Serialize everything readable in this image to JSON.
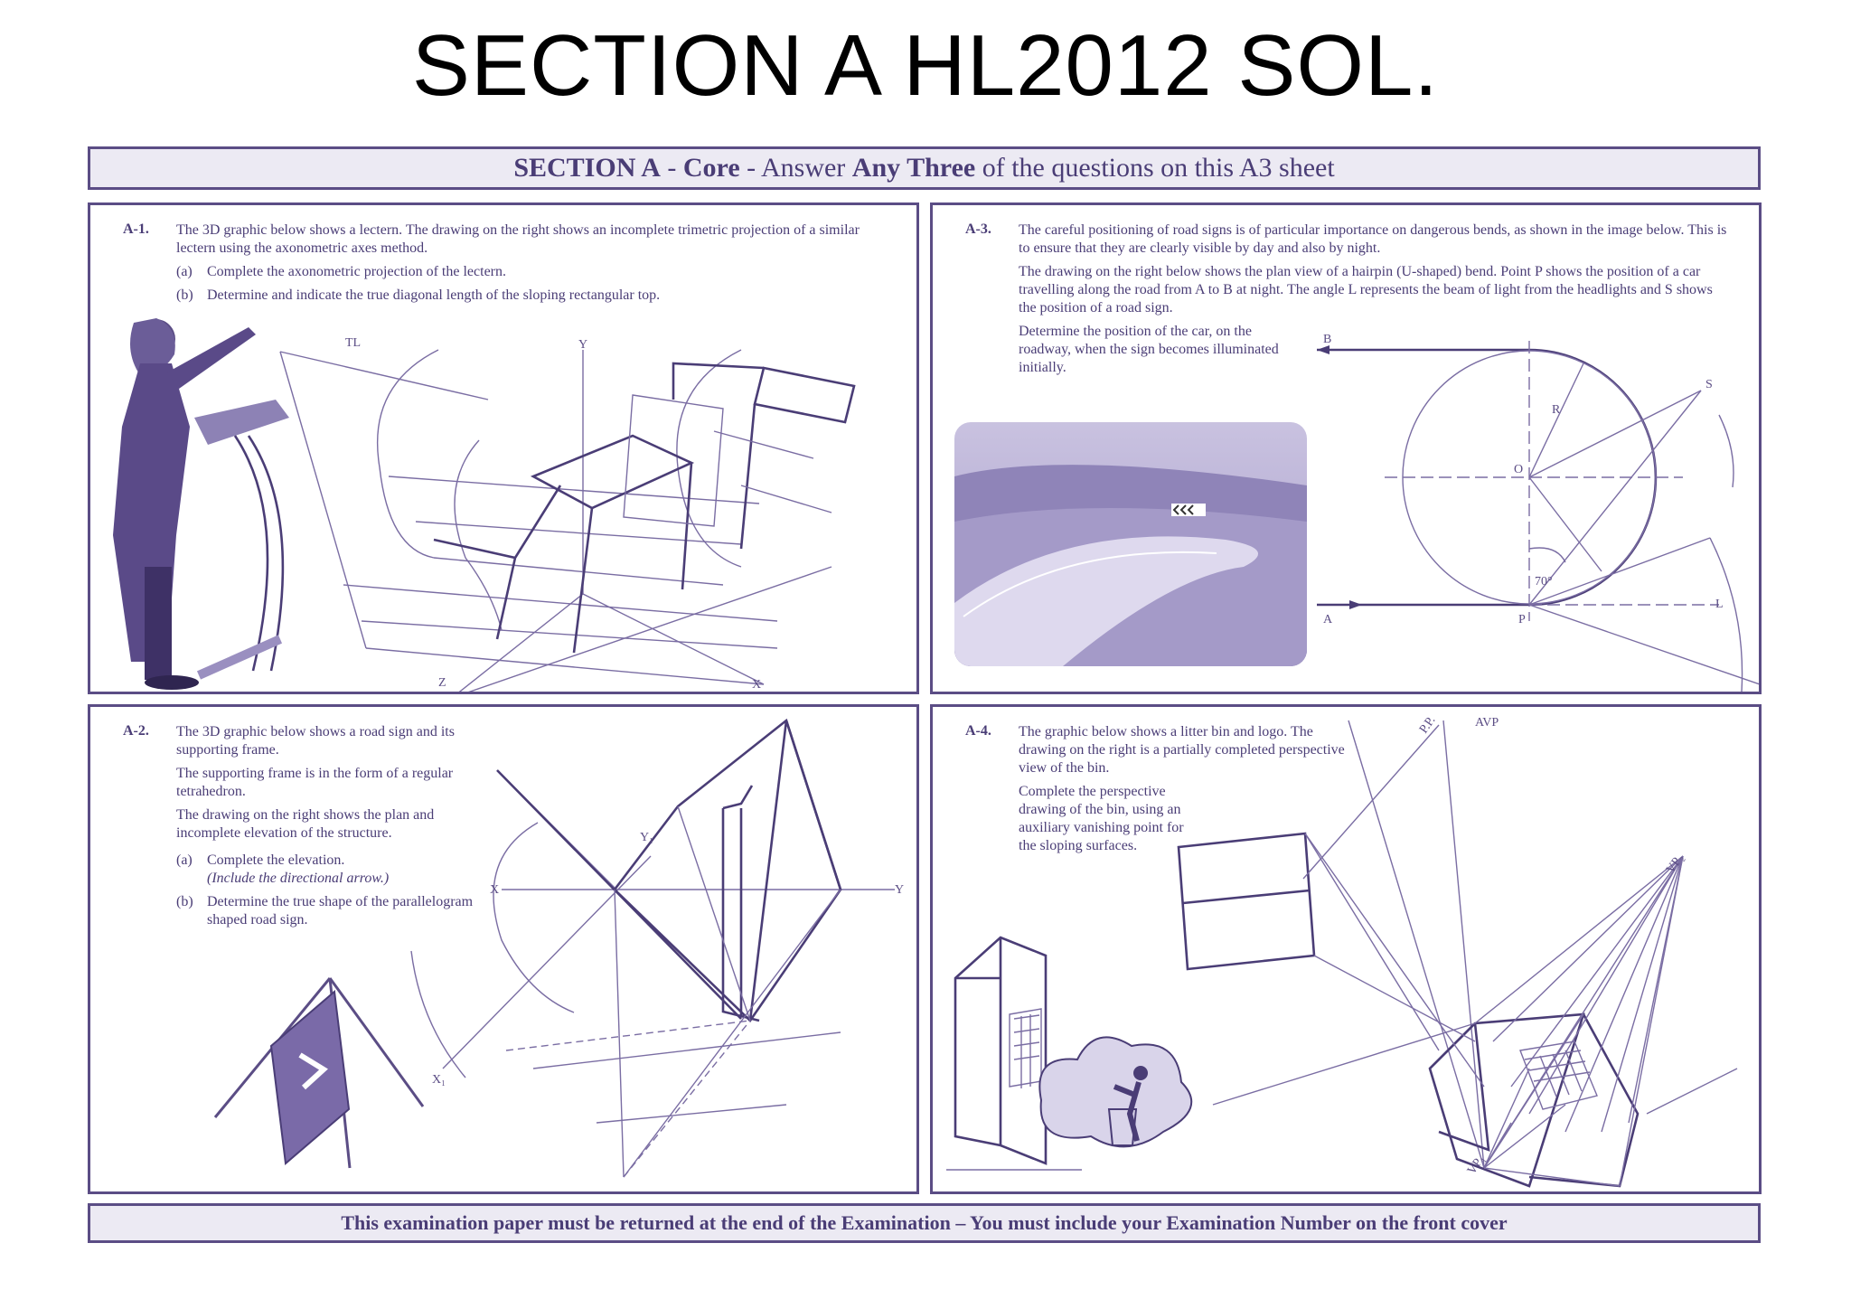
{
  "slide": {
    "title": "SECTION A HL2012 SOL."
  },
  "header": {
    "part1": "SECTION A",
    "part2": " - ",
    "part3": "Core",
    "part4": " - Answer ",
    "part5": "Any Three",
    "part6": " of the questions on this A3 sheet"
  },
  "a1": {
    "number": "A-1.",
    "intro": "The 3D graphic below shows a lectern.  The drawing on the right shows an incomplete trimetric projection of a similar lectern using the axonometric axes method.",
    "items": [
      {
        "label": "(a)",
        "text": "Complete the axonometric projection of the lectern."
      },
      {
        "label": "(b)",
        "text": "Determine and indicate the true diagonal length of the sloping rectangular top."
      }
    ],
    "diagram": {
      "tl": "TL",
      "y": "Y",
      "z": "Z",
      "x": "X"
    }
  },
  "a3": {
    "number": "A-3.",
    "p1": "The careful positioning of road signs is of particular importance on dangerous bends, as shown in the image below. This is to ensure that they are clearly visible by day and also by night.",
    "p2": "The drawing on the right below shows the plan view of a hairpin (U-shaped) bend.  Point P shows the position of a car travelling along the road from A to B at night.  The angle L represents the beam of light from the headlights and S shows the position of a road sign.",
    "task": "Determine the position of the car, on the roadway, when the sign becomes illuminated initially.",
    "diagram": {
      "b": "B",
      "a": "A",
      "p": "P",
      "o": "O",
      "r": "R",
      "s": "S",
      "l": "L",
      "angle": "70°"
    }
  },
  "a2": {
    "number": "A-2.",
    "p1": "The 3D graphic below shows a road sign and its supporting frame.",
    "p2": "The supporting frame is in the form of a regular tetrahedron.",
    "p3": "The drawing on the right shows the plan and incomplete elevation of the structure.",
    "items": [
      {
        "label": "(a)",
        "text": "Complete the elevation.",
        "note": "(Include the directional arrow.)"
      },
      {
        "label": "(b)",
        "text": "Determine the true shape of the parallelogram shaped road sign."
      }
    ],
    "diagram": {
      "x": "X",
      "y": "Y",
      "x1": "X₁",
      "y1": "Y₁"
    }
  },
  "a4": {
    "number": "A-4.",
    "p1": "The graphic below shows a litter bin and logo. The drawing on the right is a partially completed perspective view of the bin.",
    "p2": "Complete the perspective drawing of the bin, using an auxiliary vanishing point for the sloping surfaces.",
    "diagram": {
      "pp": "P.P.",
      "avp": "AVP",
      "vp2": "VP₂",
      "vp1": "VP₁"
    }
  },
  "footer": {
    "text": "This examination paper must be returned at the end of the Examination – You must include your Examination Number on the front cover"
  },
  "colors": {
    "accent": "#4a3d76",
    "line": "#7a6da3",
    "panel_bg": "#eceaf3"
  }
}
